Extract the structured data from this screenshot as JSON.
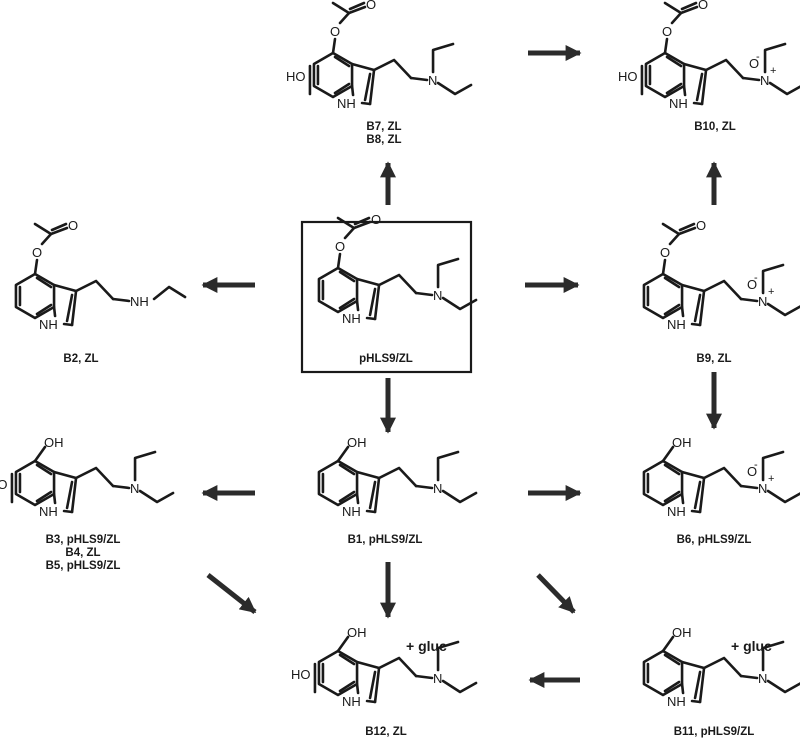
{
  "compounds": [
    {
      "id": "parent",
      "labels": [
        "pHLS9/ZL"
      ],
      "framed": true
    },
    {
      "id": "b7b8",
      "labels": [
        "B7, ZL",
        "B8, ZL"
      ]
    },
    {
      "id": "b10",
      "labels": [
        "B10, ZL"
      ]
    },
    {
      "id": "b2",
      "labels": [
        "B2, ZL"
      ]
    },
    {
      "id": "b9",
      "labels": [
        "B9, ZL"
      ]
    },
    {
      "id": "b3b5",
      "labels": [
        "B3, pHLS9/ZL",
        "B4, ZL",
        "B5, pHLS9/ZL"
      ]
    },
    {
      "id": "b1",
      "labels": [
        "B1, pHLS9/ZL"
      ]
    },
    {
      "id": "b6",
      "labels": [
        "B6, pHLS9/ZL"
      ]
    },
    {
      "id": "b12",
      "labels": [
        "B12, ZL"
      ],
      "extra": "+ gluc"
    },
    {
      "id": "b11",
      "labels": [
        "B11, pHLS9/ZL"
      ],
      "extra": "+ gluc"
    }
  ],
  "atoms": {
    "nh": "NH",
    "n": "N",
    "o": "O",
    "oh": "OH",
    "ho": "HO",
    "plus": "+",
    "minus": "-"
  },
  "arrows": [
    {
      "from": "parent",
      "to": "b7b8"
    },
    {
      "from": "b7b8",
      "to": "b10"
    },
    {
      "from": "b9",
      "to": "b10"
    },
    {
      "from": "parent",
      "to": "b2"
    },
    {
      "from": "parent",
      "to": "b9"
    },
    {
      "from": "parent",
      "to": "b1"
    },
    {
      "from": "b9",
      "to": "b6"
    },
    {
      "from": "b1",
      "to": "b3b5"
    },
    {
      "from": "b1",
      "to": "b6"
    },
    {
      "from": "b1",
      "to": "b12"
    },
    {
      "from": "b3b5",
      "to": "b12"
    },
    {
      "from": "b1",
      "to": "b11"
    },
    {
      "from": "b11",
      "to": "b12"
    }
  ],
  "colors": {
    "ink": "#1a1a1a",
    "arrow": "#2b2b2b",
    "background": "#ffffff"
  }
}
